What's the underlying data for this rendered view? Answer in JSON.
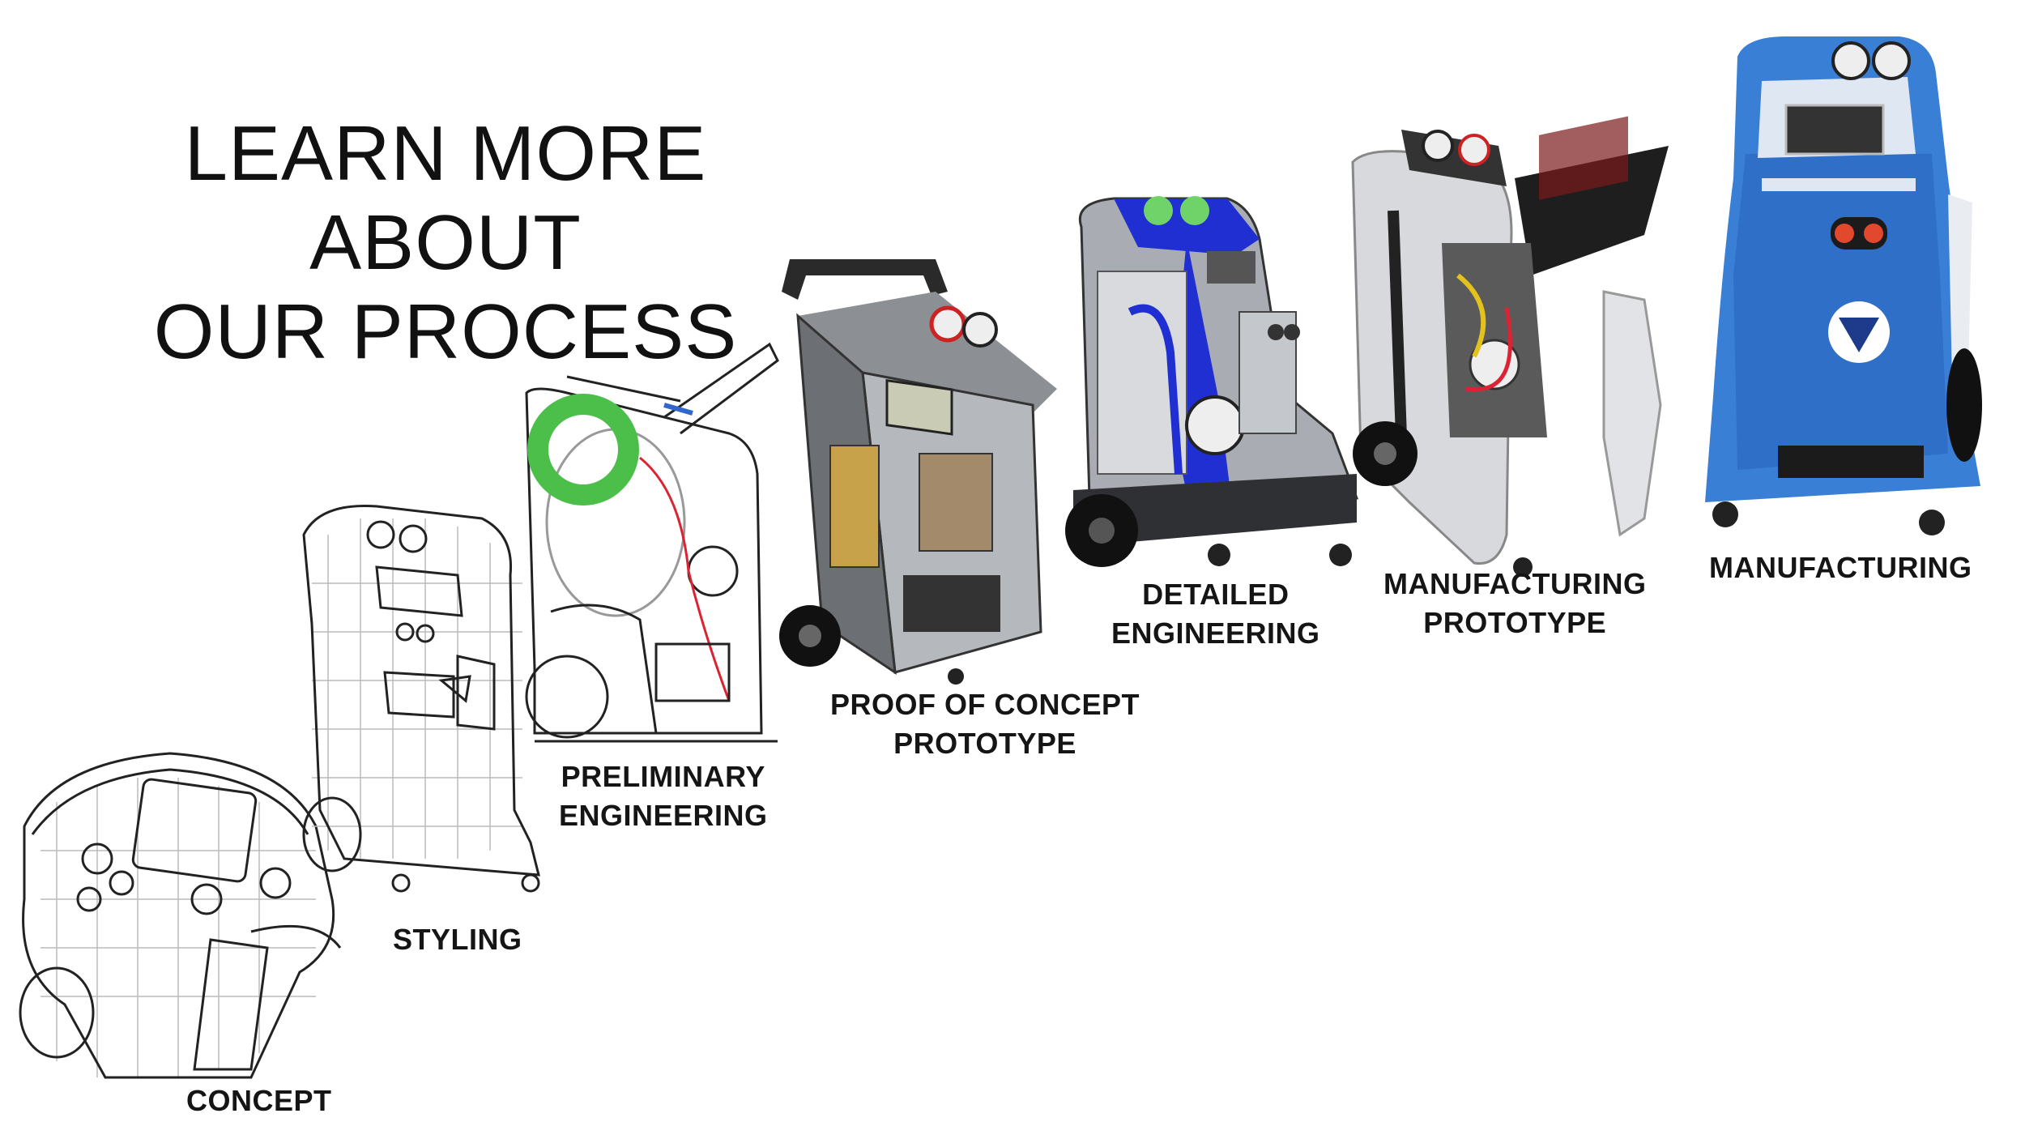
{
  "title": {
    "line1": "LEARN MORE ABOUT",
    "line2": "OUR PROCESS"
  },
  "stages": [
    {
      "line1": "CONCEPT",
      "line2": ""
    },
    {
      "line1": "STYLING",
      "line2": ""
    },
    {
      "line1": "PRELIMINARY",
      "line2": "ENGINEERING"
    },
    {
      "line1": "PROOF OF CONCEPT",
      "line2": "PROTOTYPE"
    },
    {
      "line1": "DETAILED",
      "line2": "ENGINEERING"
    },
    {
      "line1": "MANUFACTURING",
      "line2": "PROTOTYPE"
    },
    {
      "line1": "MANUFACTURING",
      "line2": ""
    }
  ],
  "colors": {
    "sketch_ink": "#222222",
    "highlight_green": "#4cbf4a",
    "cad_blue": "#1f2fd1",
    "product_blue": "#3a7fd6",
    "metal_grey": "#9aa0a6"
  }
}
